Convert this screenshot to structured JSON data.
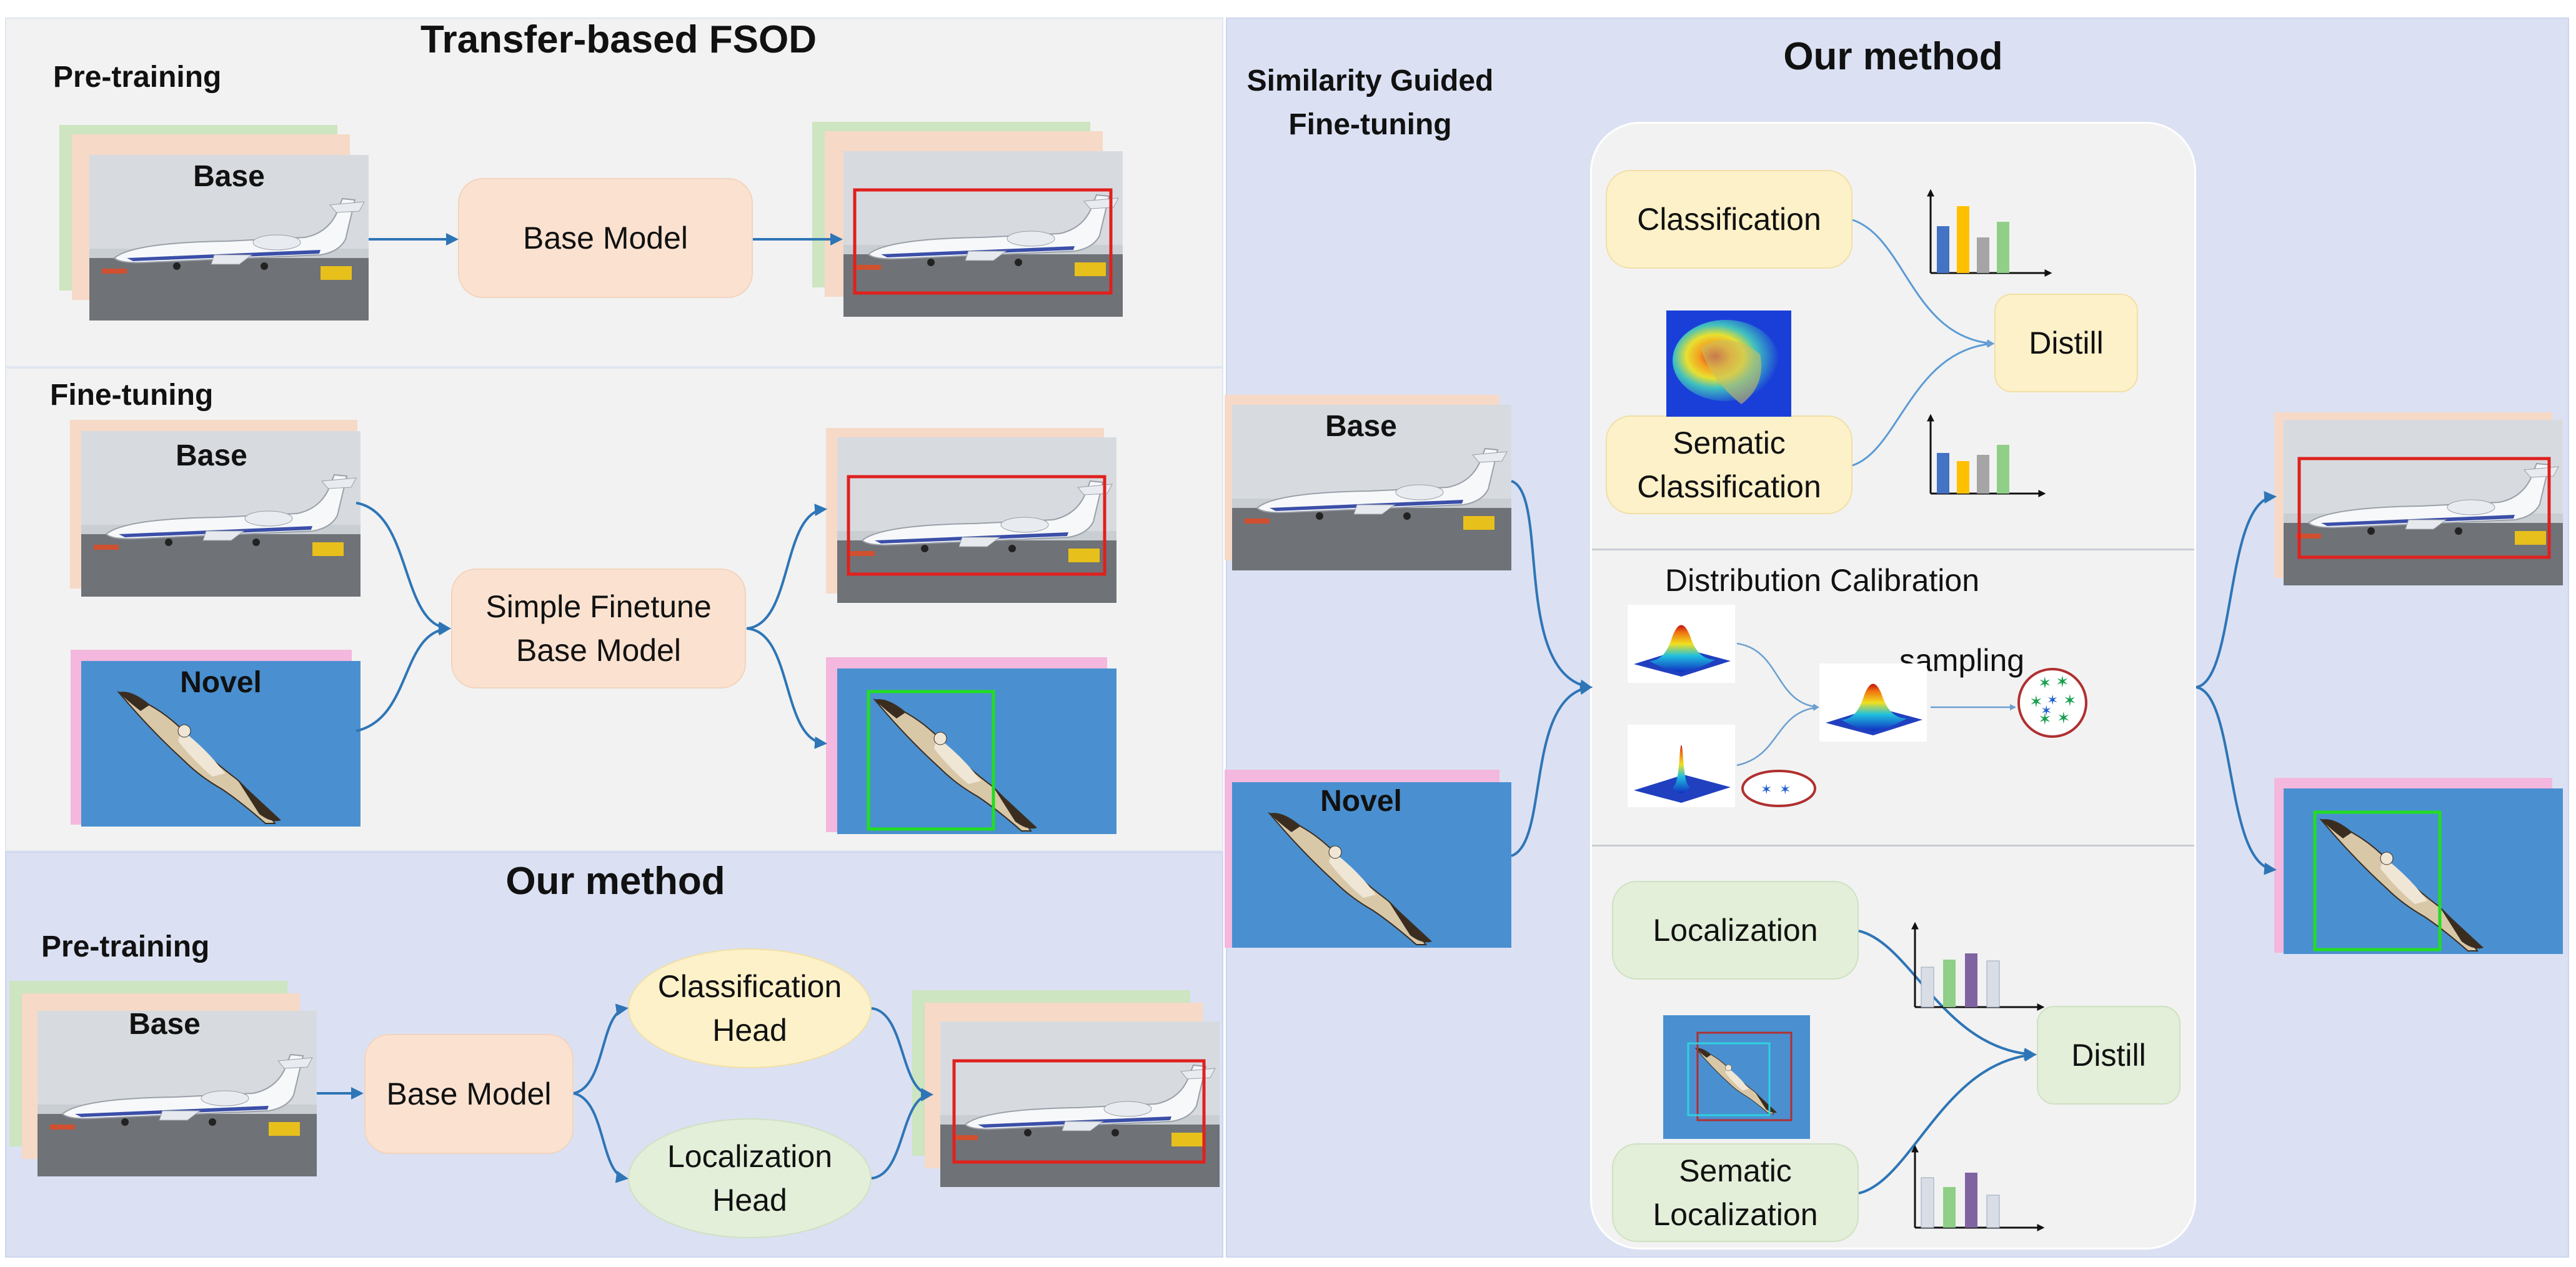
{
  "top_left": {
    "title": "Transfer-based FSOD",
    "pretraining_label": "Pre-training",
    "base_image_label": "Base",
    "base_model_label": "Base Model"
  },
  "finetune_panel": {
    "label": "Fine-tuning",
    "base_image_label": "Base",
    "novel_image_label": "Novel",
    "model_label": "Simple Finetune\nBase Model"
  },
  "bottom_left": {
    "title": "Our method",
    "pretraining_label": "Pre-training",
    "base_image_label": "Base",
    "base_model_label": "Base Model",
    "cls_head_label": "Classification\nHead",
    "loc_head_label": "Localization\nHead"
  },
  "right": {
    "title": "Our method",
    "subtitle": "Similarity Guided\nFine-tuning",
    "base_image_label": "Base",
    "novel_image_label": "Novel",
    "classification_label": "Classification",
    "sematic_classification_label": "Sematic\nClassification",
    "distill_top_label": "Distill",
    "distribution_label": "Distribution Calibration",
    "sampling_label": "sampling",
    "localization_label": "Localization",
    "sematic_localization_label": "Sematic\nLocalization",
    "distill_bottom_label": "Distill"
  },
  "colors": {
    "left_top_bg": "#f2f2f2",
    "left_bottom_bg": "#dbe1f3",
    "right_bg": "#dbe1f3",
    "peach": "#fbe2d0",
    "yellow": "#fdf1c9",
    "green": "#e3efd9",
    "arrow": "#2e75b6",
    "bbox_red": "#e0201e",
    "bbox_green": "#22dd22",
    "novel_blue": "#4a90d0",
    "bar_blue": "#4472c4",
    "bar_yellow": "#ffc000",
    "bar_gray": "#a5a5a5",
    "bar_green": "#8fcf87",
    "bar_purple": "#8064a2"
  },
  "icons": [
    "airplane-image",
    "bird-image",
    "heatmap-image",
    "gaussian-surface-image",
    "star-cluster-icon"
  ]
}
